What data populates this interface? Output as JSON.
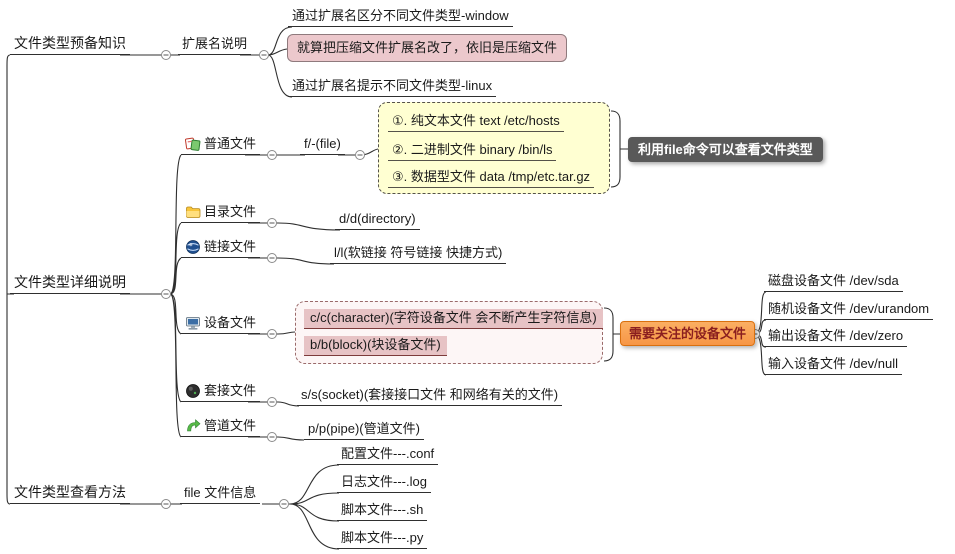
{
  "colors": {
    "line": "#2f2f2f",
    "pink_note_bg": "#ecc8cc",
    "pink_note_border": "#8f7a7d",
    "yellow_box_bg": "#ffffd2",
    "yellow_box_border": "#55524a",
    "dark_callout_bg": "#595959",
    "dark_callout_text": "#ffffff",
    "device_box_bg": "#fdf6f6",
    "device_box_border": "#9a6a6a",
    "device_row_bg": "#e7c3c5",
    "device_row_line": "#7d3b3b",
    "orange_callout_bg": "#f79646",
    "orange_callout_border": "#d9700f",
    "orange_callout_text": "#8b1f1f"
  },
  "map": {
    "prep": {
      "topic": "文件类型预备知识",
      "ext": "扩展名说明",
      "window": "通过扩展名区分不同文件类型-window",
      "note": "就算把压缩文件扩展名改了，依旧是压缩文件",
      "linux": "通过扩展名提示不同文件类型-linux"
    },
    "detail": {
      "topic": "文件类型详细说明",
      "ordinary": {
        "label": "普通文件",
        "code": "f/-(file)",
        "types": [
          "①. 纯文本文件 text /etc/hosts",
          "②. 二进制文件 binary /bin/ls",
          "③. 数据型文件 data /tmp/etc.tar.gz"
        ],
        "callout": "利用file命令可以查看文件类型"
      },
      "directory": {
        "label": "目录文件",
        "code": "d/d(directory)"
      },
      "link": {
        "label": "链接文件",
        "code": "l/l(软链接 符号链接 快捷方式)"
      },
      "device": {
        "label": "设备文件",
        "char": "c/c(character)(字符设备文件 会不断产生字符信息)",
        "block": "b/b(block)(块设备文件)",
        "callout": "需要关注的设备文件",
        "items": [
          "磁盘设备文件 /dev/sda",
          "随机设备文件 /dev/urandom",
          "输出设备文件 /dev/zero",
          "输入设备文件 /dev/null"
        ]
      },
      "socket": {
        "label": "套接文件",
        "code": "s/s(socket)(套接接口文件 和网络有关的文件)"
      },
      "pipe": {
        "label": "管道文件",
        "code": "p/p(pipe)(管道文件)"
      }
    },
    "view": {
      "topic": "文件类型查看方法",
      "file": "file 文件信息",
      "items": [
        "配置文件---.conf",
        "日志文件---.log",
        "脚本文件---.sh",
        "脚本文件---.py"
      ]
    }
  }
}
